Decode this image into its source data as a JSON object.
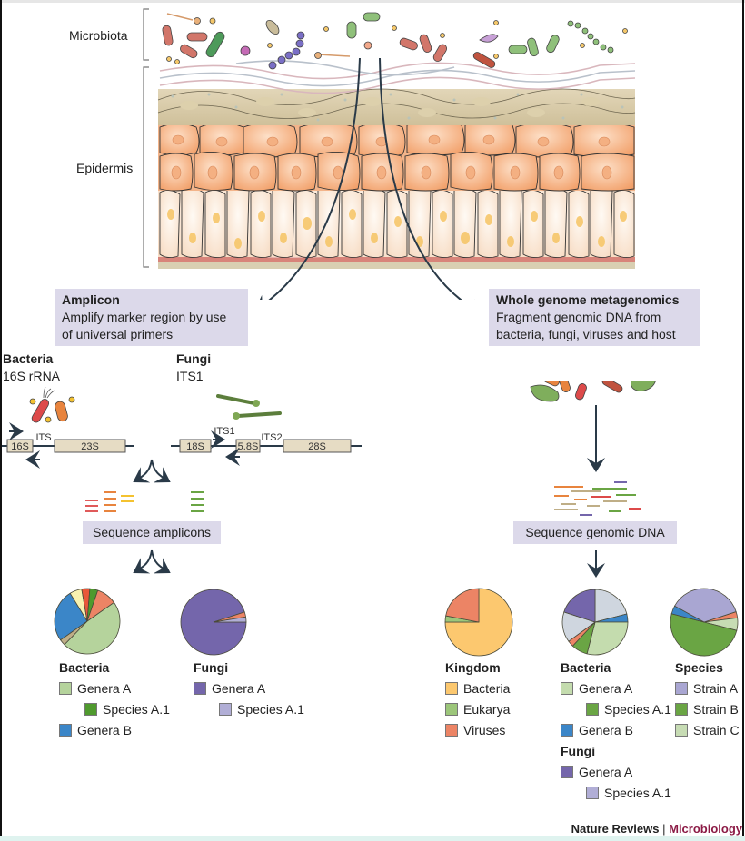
{
  "labels": {
    "microbiota": "Microbiota",
    "epidermis": "Epidermis"
  },
  "amplicon": {
    "title": "Amplicon",
    "line1": "Amplify marker region by use",
    "line2": "of universal primers"
  },
  "wgs": {
    "title": "Whole genome metagenomics",
    "line1": "Fragment genomic DNA from",
    "line2": "bacteria, fungi, viruses and host"
  },
  "bacteria_marker": {
    "title": "Bacteria",
    "subtitle": "16S rRNA",
    "genes": [
      "16S",
      "ITS",
      "23S"
    ]
  },
  "fungi_marker": {
    "title": "Fungi",
    "subtitle": "ITS1",
    "genes": [
      "18S",
      "ITS1",
      "5.8S",
      "ITS2",
      "28S"
    ]
  },
  "steps": {
    "sequence_amplicons": "Sequence amplicons",
    "sequence_genomic": "Sequence genomic DNA"
  },
  "colors": {
    "box": "#dcd9ea",
    "arrow": "#2a3a48",
    "genera_a_light": "#b5d39c",
    "species_a1_dark": "#4f9a2e",
    "genera_b_blue": "#3b86c8",
    "fungi_purple": "#7466ab",
    "fungi_species_lav": "#b1aed6",
    "kingdom_bacteria": "#fcc86f",
    "kingdom_eukarya": "#9cc67a",
    "kingdom_viruses": "#ec8465",
    "strain_a": "#a9a6d2",
    "strain_b": "#6aa544",
    "strain_c": "#c7dcb4",
    "slate": "#cfd6df",
    "journal": "#8b1a45"
  },
  "chart_data": [
    {
      "type": "pie",
      "title": "Bacteria (amplicon)",
      "slices": [
        {
          "label": "Genera A",
          "value": 47,
          "color": "#b5d39c"
        },
        {
          "label": "Other (tan)",
          "value": 3,
          "color": "#bfae87"
        },
        {
          "label": "Genera B",
          "value": 26,
          "color": "#3b86c8"
        },
        {
          "label": "Other (yellow)",
          "value": 6,
          "color": "#f8f2b0"
        },
        {
          "label": "Other (red)",
          "value": 4,
          "color": "#e9573a"
        },
        {
          "label": "Species A.1",
          "value": 4,
          "color": "#4f9a2e"
        },
        {
          "label": "Other (salmon)",
          "value": 10,
          "color": "#ec8465"
        }
      ],
      "start_angle_deg": 55
    },
    {
      "type": "pie",
      "title": "Fungi (amplicon)",
      "slices": [
        {
          "label": "Genera A",
          "value": 95,
          "color": "#7466ab"
        },
        {
          "label": "Other (salmon)",
          "value": 2.5,
          "color": "#ec8465"
        },
        {
          "label": "Species A.1",
          "value": 2.5,
          "color": "#b1aed6"
        }
      ],
      "start_angle_deg": 90
    },
    {
      "type": "pie",
      "title": "Kingdom",
      "slices": [
        {
          "label": "Bacteria",
          "value": 75,
          "color": "#fcc86f"
        },
        {
          "label": "Eukarya",
          "value": 3,
          "color": "#9cc67a"
        },
        {
          "label": "Viruses",
          "value": 22,
          "color": "#ec8465"
        }
      ],
      "start_angle_deg": 0
    },
    {
      "type": "pie",
      "title": "Bacteria (metagenomic)",
      "slices": [
        {
          "label": "Other (slate)",
          "value": 21,
          "color": "#cfd6df"
        },
        {
          "label": "Genera B",
          "value": 4,
          "color": "#3b86c8"
        },
        {
          "label": "Genera A",
          "value": 29,
          "color": "#c4dcae"
        },
        {
          "label": "Species A.1",
          "value": 8,
          "color": "#6aa544"
        },
        {
          "label": "Other (salmon)",
          "value": 3,
          "color": "#ec8465"
        },
        {
          "label": "Other (slate 2)",
          "value": 15,
          "color": "#cfd6df"
        },
        {
          "label": "Fungi Genera A",
          "value": 20,
          "color": "#7466ab"
        }
      ],
      "start_angle_deg": 0
    },
    {
      "type": "pie",
      "title": "Species",
      "slices": [
        {
          "label": "Other (salmon)",
          "value": 3,
          "color": "#ec8465"
        },
        {
          "label": "Strain C",
          "value": 6,
          "color": "#c7dcb4"
        },
        {
          "label": "Strain B",
          "value": 50,
          "color": "#6aa544"
        },
        {
          "label": "Genera B",
          "value": 4,
          "color": "#3b86c8"
        },
        {
          "label": "Strain A",
          "value": 37,
          "color": "#a9a6d2"
        }
      ],
      "start_angle_deg": 72
    }
  ],
  "legends": {
    "amp_bacteria": {
      "title": "Bacteria",
      "items": [
        {
          "label": "Genera A",
          "color": "#b5d39c",
          "indent": false
        },
        {
          "label": "Species A.1",
          "color": "#4f9a2e",
          "indent": true
        },
        {
          "label": "Genera B",
          "color": "#3b86c8",
          "indent": false
        }
      ]
    },
    "amp_fungi": {
      "title": "Fungi",
      "items": [
        {
          "label": "Genera A",
          "color": "#7466ab",
          "indent": false
        },
        {
          "label": "Species A.1",
          "color": "#b1aed6",
          "indent": true
        }
      ]
    },
    "kingdom": {
      "title": "Kingdom",
      "items": [
        {
          "label": "Bacteria",
          "color": "#fcc86f",
          "indent": false
        },
        {
          "label": "Eukarya",
          "color": "#9cc67a",
          "indent": false
        },
        {
          "label": "Viruses",
          "color": "#ec8465",
          "indent": false
        }
      ]
    },
    "wgs_bacteria": {
      "title": "Bacteria",
      "items": [
        {
          "label": "Genera A",
          "color": "#c4dcae",
          "indent": false
        },
        {
          "label": "Species A.1",
          "color": "#6aa544",
          "indent": true
        },
        {
          "label": "Genera B",
          "color": "#3b86c8",
          "indent": false
        }
      ]
    },
    "wgs_fungi": {
      "title": "Fungi",
      "items": [
        {
          "label": "Genera A",
          "color": "#7466ab",
          "indent": false
        },
        {
          "label": "Species A.1",
          "color": "#b1aed6",
          "indent": true
        }
      ]
    },
    "species": {
      "title": "Species",
      "items": [
        {
          "label": "Strain A",
          "color": "#a9a6d2",
          "indent": false
        },
        {
          "label": "Strain B",
          "color": "#6aa544",
          "indent": false
        },
        {
          "label": "Strain C",
          "color": "#c7dcb4",
          "indent": false
        }
      ]
    }
  },
  "credit": {
    "publisher": "Nature Reviews",
    "separator": " | ",
    "journal": "Microbiology"
  }
}
